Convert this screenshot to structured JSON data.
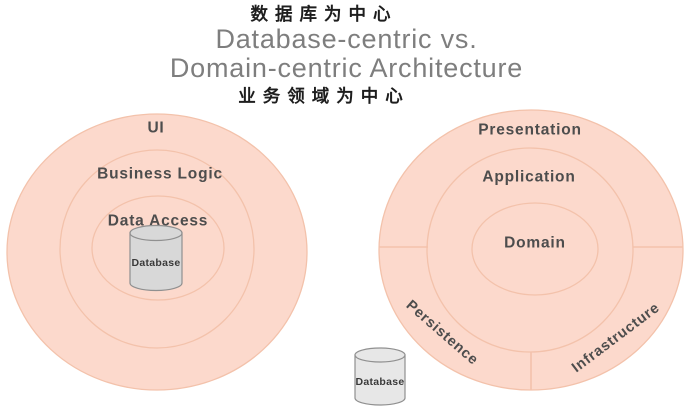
{
  "header": {
    "annotation_top": "数据库为中心",
    "title_line1": "Database-centric vs.",
    "title_line2": "Domain-centric Architecture",
    "annotation_bottom": "业务领域为中心"
  },
  "colors": {
    "page_bg": "#ffffff",
    "ring_fill": "#fcd9cc",
    "ring_line": "#f3c2ab",
    "label_text": "#4d4d4d",
    "title_text": "#7e7e7e",
    "annotation_text": "#1e1e1e",
    "cylinder_fill_left": "#d8d8d8",
    "cylinder_fill_right": "#e7e7e7",
    "cylinder_stroke": "#909090",
    "cylinder_text": "#3a3a3a"
  },
  "left_diagram": {
    "name": "Database-centric architecture",
    "layers": [
      "UI",
      "Business Logic",
      "Data Access"
    ],
    "database_label": "Database"
  },
  "right_diagram": {
    "name": "Domain-centric architecture",
    "layers": [
      "Presentation",
      "Application",
      "Domain"
    ],
    "outer_segments": [
      "Persistence",
      "Infrastructure"
    ],
    "database_label": "Database"
  }
}
